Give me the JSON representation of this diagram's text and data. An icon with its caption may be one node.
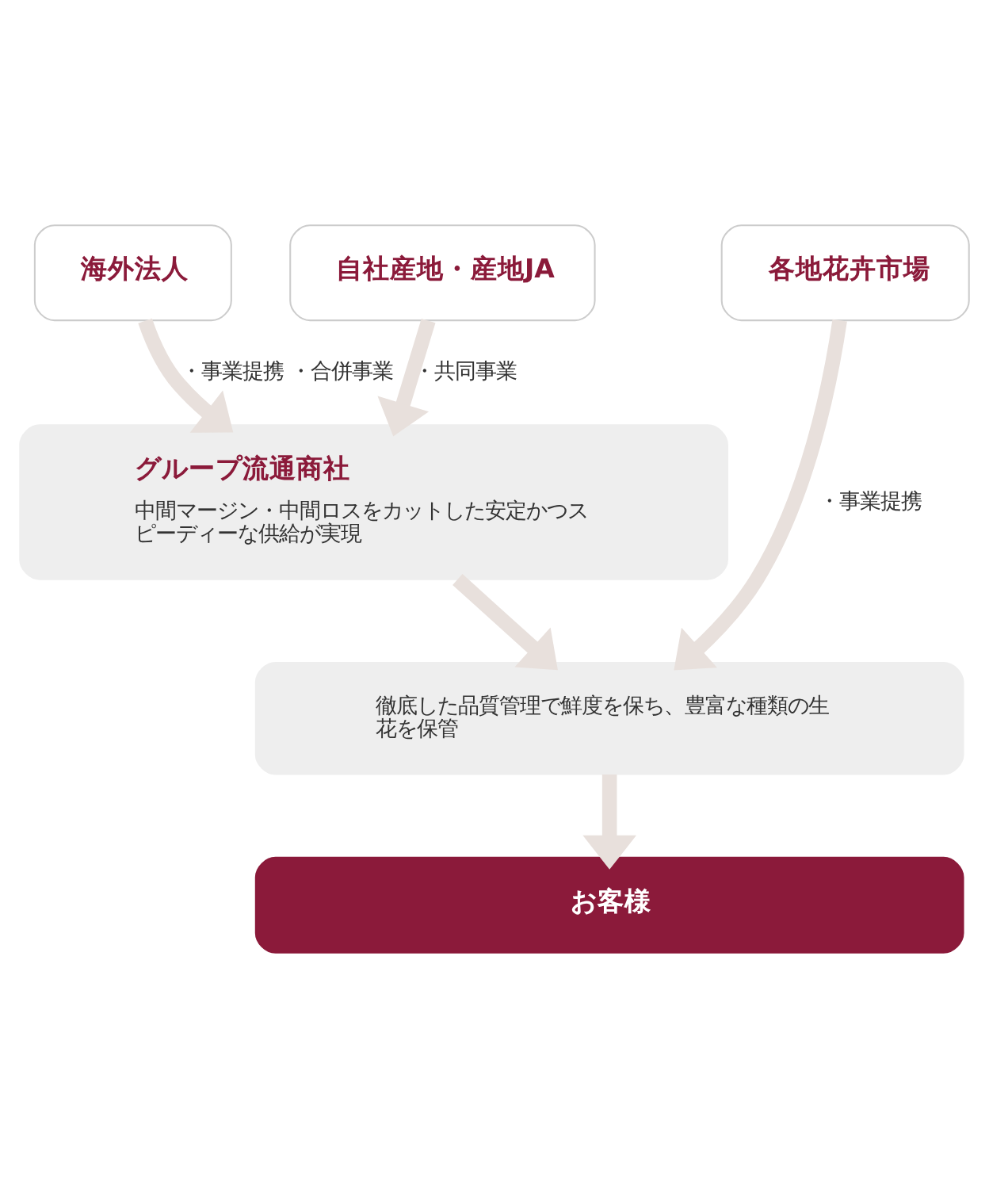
{
  "diagram": {
    "nodes": [
      {
        "text": [
          "海外法人"
        ]
      },
      {
        "text": [
          "自社産地・産地JA"
        ]
      },
      {
        "text": [
          "各地花卉市場"
        ]
      },
      {
        "text": [
          "グループ流通商社",
          "中間マージン・中間ロスをカットした安定かつスピーディーな供給が実現"
        ]
      },
      {
        "text": [
          "徹底した品質管理で鮮度を保ち、豊富な種類の生花を保管"
        ]
      },
      {
        "text": [
          "お客様"
        ]
      }
    ],
    "edges": [
      {
        "from": 0,
        "to": 3,
        "arrow": "to",
        "label": "・事業提携 ・合併事業"
      },
      {
        "from": 1,
        "to": 3,
        "arrow": "to",
        "label": "・共同事業"
      },
      {
        "from": 2,
        "to": 4,
        "arrow": "to",
        "label": "・事業提携"
      },
      {
        "from": 3,
        "to": 4,
        "arrow": "to"
      },
      {
        "from": 4,
        "to": 5,
        "arrow": "to"
      }
    ]
  }
}
